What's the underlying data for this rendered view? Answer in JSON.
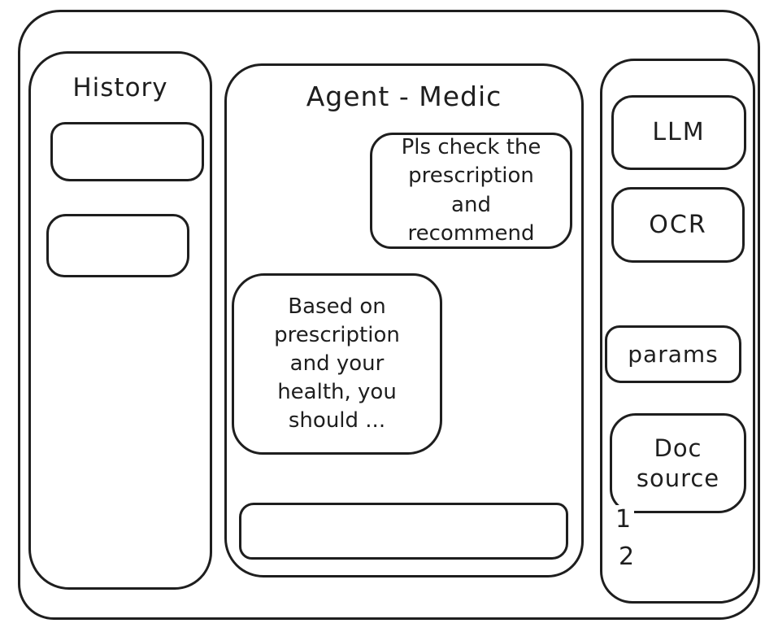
{
  "window": {
    "background": "#ffffff",
    "stroke": "#1e1e1e"
  },
  "sidebar": {
    "title": "History",
    "items": [
      "",
      ""
    ]
  },
  "chat": {
    "title": "Agent - Medic",
    "messages": [
      {
        "role": "user",
        "text": "Pls check the prescription and recommend"
      },
      {
        "role": "agent",
        "text": "Based on prescription and your health, you should ..."
      }
    ],
    "input": {
      "value": "",
      "placeholder": ""
    }
  },
  "tools": {
    "buttons": [
      {
        "label": "LLM"
      },
      {
        "label": "OCR"
      },
      {
        "label": "params"
      }
    ],
    "doc_source": {
      "label": "Doc source",
      "items": [
        "1",
        "2"
      ]
    }
  }
}
